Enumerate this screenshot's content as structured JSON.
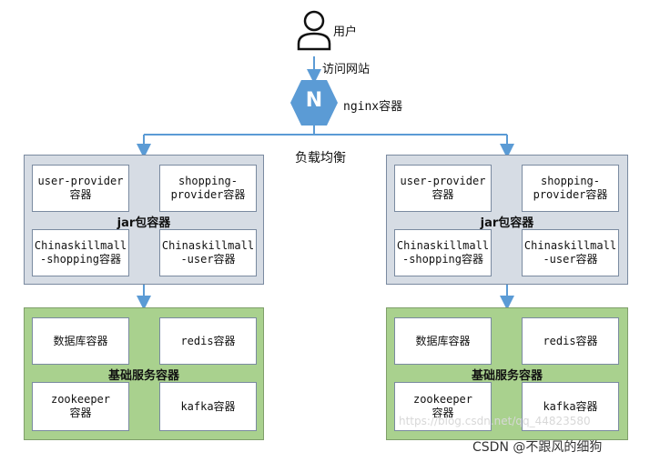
{
  "user": {
    "label": "用户",
    "icon": "user-icon"
  },
  "access_label": "访问网站",
  "nginx": {
    "icon_letter": "N",
    "label": "nginx容器",
    "color": "#5b9bd5"
  },
  "load_balance_label": "负载均衡",
  "clusters": [
    {
      "jar": {
        "label": "jar包容器",
        "boxes": [
          {
            "line1": "user-provider",
            "line2": "容器"
          },
          {
            "line1": "shopping-",
            "line2": "provider容器"
          },
          {
            "line1": "Chinaskillmall",
            "line2": "-shopping容器"
          },
          {
            "line1": "Chinaskillmall",
            "line2": "-user容器"
          }
        ]
      },
      "base": {
        "label": "基础服务容器",
        "boxes": [
          {
            "line1": "数据库容器",
            "line2": ""
          },
          {
            "line1": "redis容器",
            "line2": ""
          },
          {
            "line1": "zookeeper",
            "line2": "容器"
          },
          {
            "line1": "kafka容器",
            "line2": ""
          }
        ]
      }
    },
    {
      "jar": {
        "label": "jar包容器",
        "boxes": [
          {
            "line1": "user-provider",
            "line2": "容器"
          },
          {
            "line1": "shopping-",
            "line2": "provider容器"
          },
          {
            "line1": "Chinaskillmall",
            "line2": "-shopping容器"
          },
          {
            "line1": "Chinaskillmall",
            "line2": "-user容器"
          }
        ]
      },
      "base": {
        "label": "基础服务容器",
        "boxes": [
          {
            "line1": "数据库容器",
            "line2": ""
          },
          {
            "line1": "redis容器",
            "line2": ""
          },
          {
            "line1": "zookeeper",
            "line2": "容器"
          },
          {
            "line1": "kafka容器",
            "line2": ""
          }
        ]
      }
    }
  ],
  "colors": {
    "connector": "#5b9bd5",
    "jar_panel": "#d6dce4",
    "base_panel": "#a9d18e"
  },
  "watermark": "https://blog.csdn.net/qq_44823580",
  "credit": "CSDN @不跟风的细狗"
}
